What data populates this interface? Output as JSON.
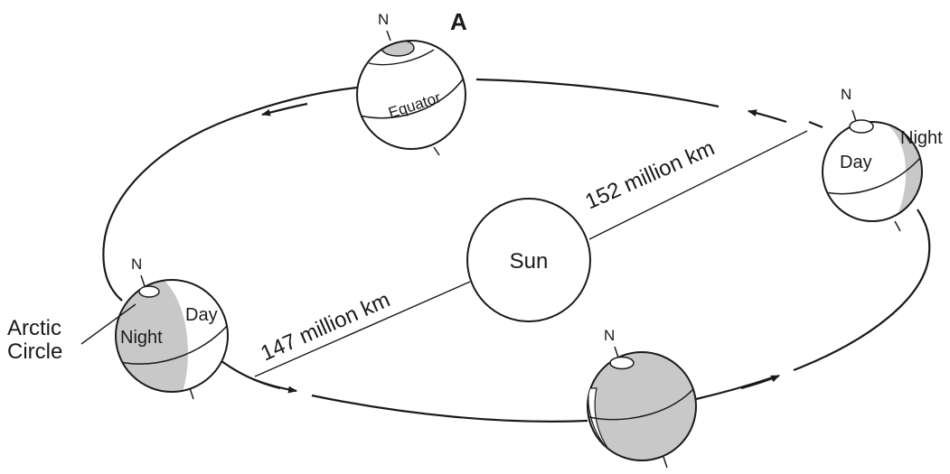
{
  "labels": {
    "sun": "Sun",
    "distance_far": "152 million km",
    "distance_near": "147 million km",
    "point_a": "A",
    "north": "N",
    "equator": "Equator",
    "day": "Day",
    "night": "Night",
    "arctic_circle_line1": "Arctic",
    "arctic_circle_line2": "Circle"
  },
  "colors": {
    "night_shade": "#c8c8c8",
    "ink": "#1a1a1a",
    "background": "#ffffff"
  }
}
